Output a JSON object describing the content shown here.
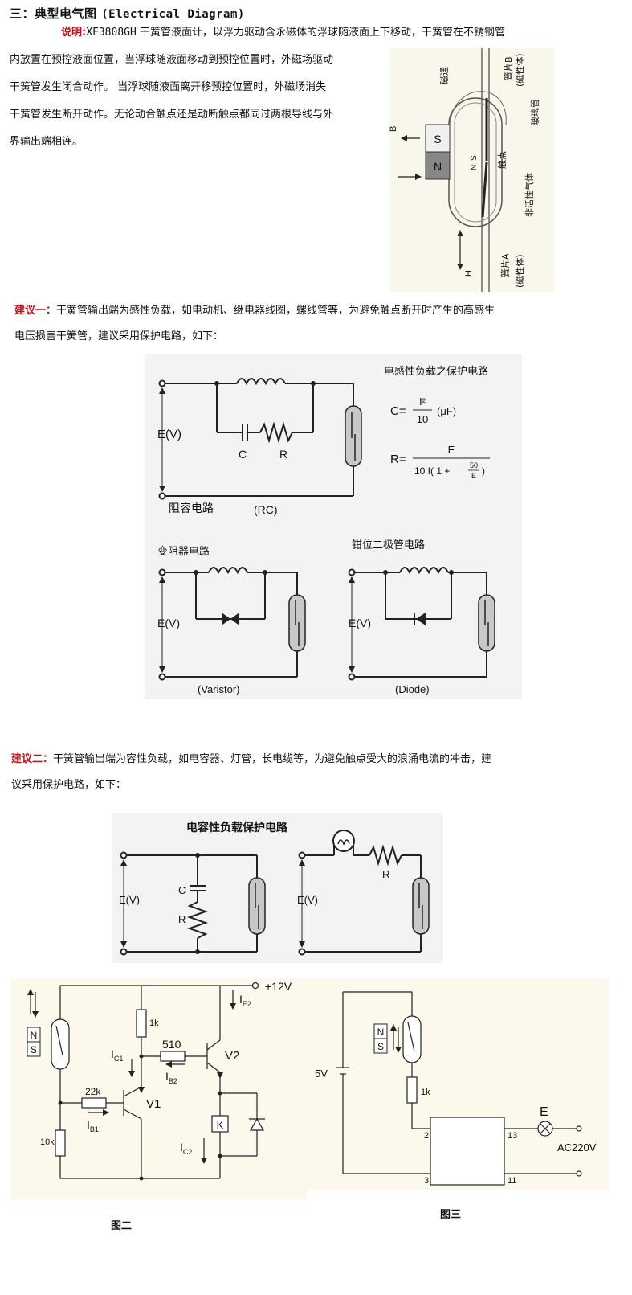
{
  "section": {
    "title_prefix": "三：典型电气图",
    "title_en": "(Electrical Diagram)"
  },
  "intro": {
    "label": "说明:",
    "model": "XF3808GH",
    "line1": " 干簧管液面计，以浮力驱动含永磁体的浮球随液面上下移动，干簧管在不锈钢管",
    "line2": "内放置在预控液面位置，当浮球随液面移动到预控位置时，外磁场驱动",
    "line3": "干簧管发生闭合动作。 当浮球随液面离开移预控位置时，外磁场消失",
    "line4": "干簧管发生断开动作。无论动合触点还是动断触点都同过两根导线与外",
    "line5": "界输出端相连。"
  },
  "reed_figure": {
    "label_flux": "磁通",
    "label_reed_b": "簧片B",
    "label_reed_b_sub": "(磁性体)",
    "label_glass": "玻璃管",
    "label_contact": "触点",
    "label_gas": "非活性气体",
    "label_reed_a": "簧片A",
    "label_reed_a_sub": "(磁性体)",
    "magnet_s": "S",
    "magnet_n": "N",
    "contact_s": "S",
    "contact_n": "N",
    "arrow_b": "B",
    "arrow_h": "H"
  },
  "suggestion1": {
    "label": "建议一：",
    "text1": "干簧管输出端为感性负载，如电动机、继电器线圈，螺线管等，为避免触点断开时产生的高感生",
    "text2": "电压损害干簧管，建议采用保护电路，如下："
  },
  "inductive_figure": {
    "title": "电感性负载之保护电路",
    "formula_c_lhs": "C=",
    "formula_c_num": "I²",
    "formula_c_den": "10",
    "formula_c_unit": "(μF)",
    "formula_r_lhs": "R=",
    "formula_r_num": "E",
    "formula_r_den": "10 I( 1 +",
    "formula_r_frac_num": "50",
    "formula_r_frac_den": "E",
    "formula_r_close": ")",
    "ev": "E(V)",
    "label_c": "C",
    "label_r": "R",
    "rc_cn": "阻容电路",
    "rc_en": "(RC)",
    "varistor_cn": "变阻器电路",
    "varistor_en": "(Varistor)",
    "diode_cn": "钳位二极管电路",
    "diode_en": "(Diode)"
  },
  "suggestion2": {
    "label": "建议二：",
    "text1": "干簧管输出端为容性负载，如电容器、灯管，长电缆等，为避免触点受大的浪涌电流的冲击，建",
    "text2": "议采用保护电路，如下："
  },
  "capacitive_figure": {
    "title": "电容性负载保护电路",
    "ev": "E(V)",
    "label_c": "C",
    "label_r": "R"
  },
  "fig2": {
    "supply": "+12V",
    "ie2": "I",
    "ie2_sub": "E2",
    "r1k": "1k",
    "r510": "510",
    "ic1": "I",
    "ic1_sub": "C1",
    "ib2": "I",
    "ib2_sub": "B2",
    "v2": "V2",
    "r22k": "22k",
    "ib1": "I",
    "ib1_sub": "B1",
    "v1": "V1",
    "r10k": "10k",
    "k": "K",
    "ic2": "I",
    "ic2_sub": "C2",
    "magnet_n": "N",
    "magnet_s": "S",
    "caption": "图二"
  },
  "fig3": {
    "v5": "5V",
    "r1k": "1k",
    "pin2": "2",
    "pin3": "3",
    "pin13": "13",
    "pin11": "11",
    "lamp": "E",
    "ac": "AC220V",
    "magnet_n": "N",
    "magnet_s": "S",
    "caption": "图三"
  }
}
